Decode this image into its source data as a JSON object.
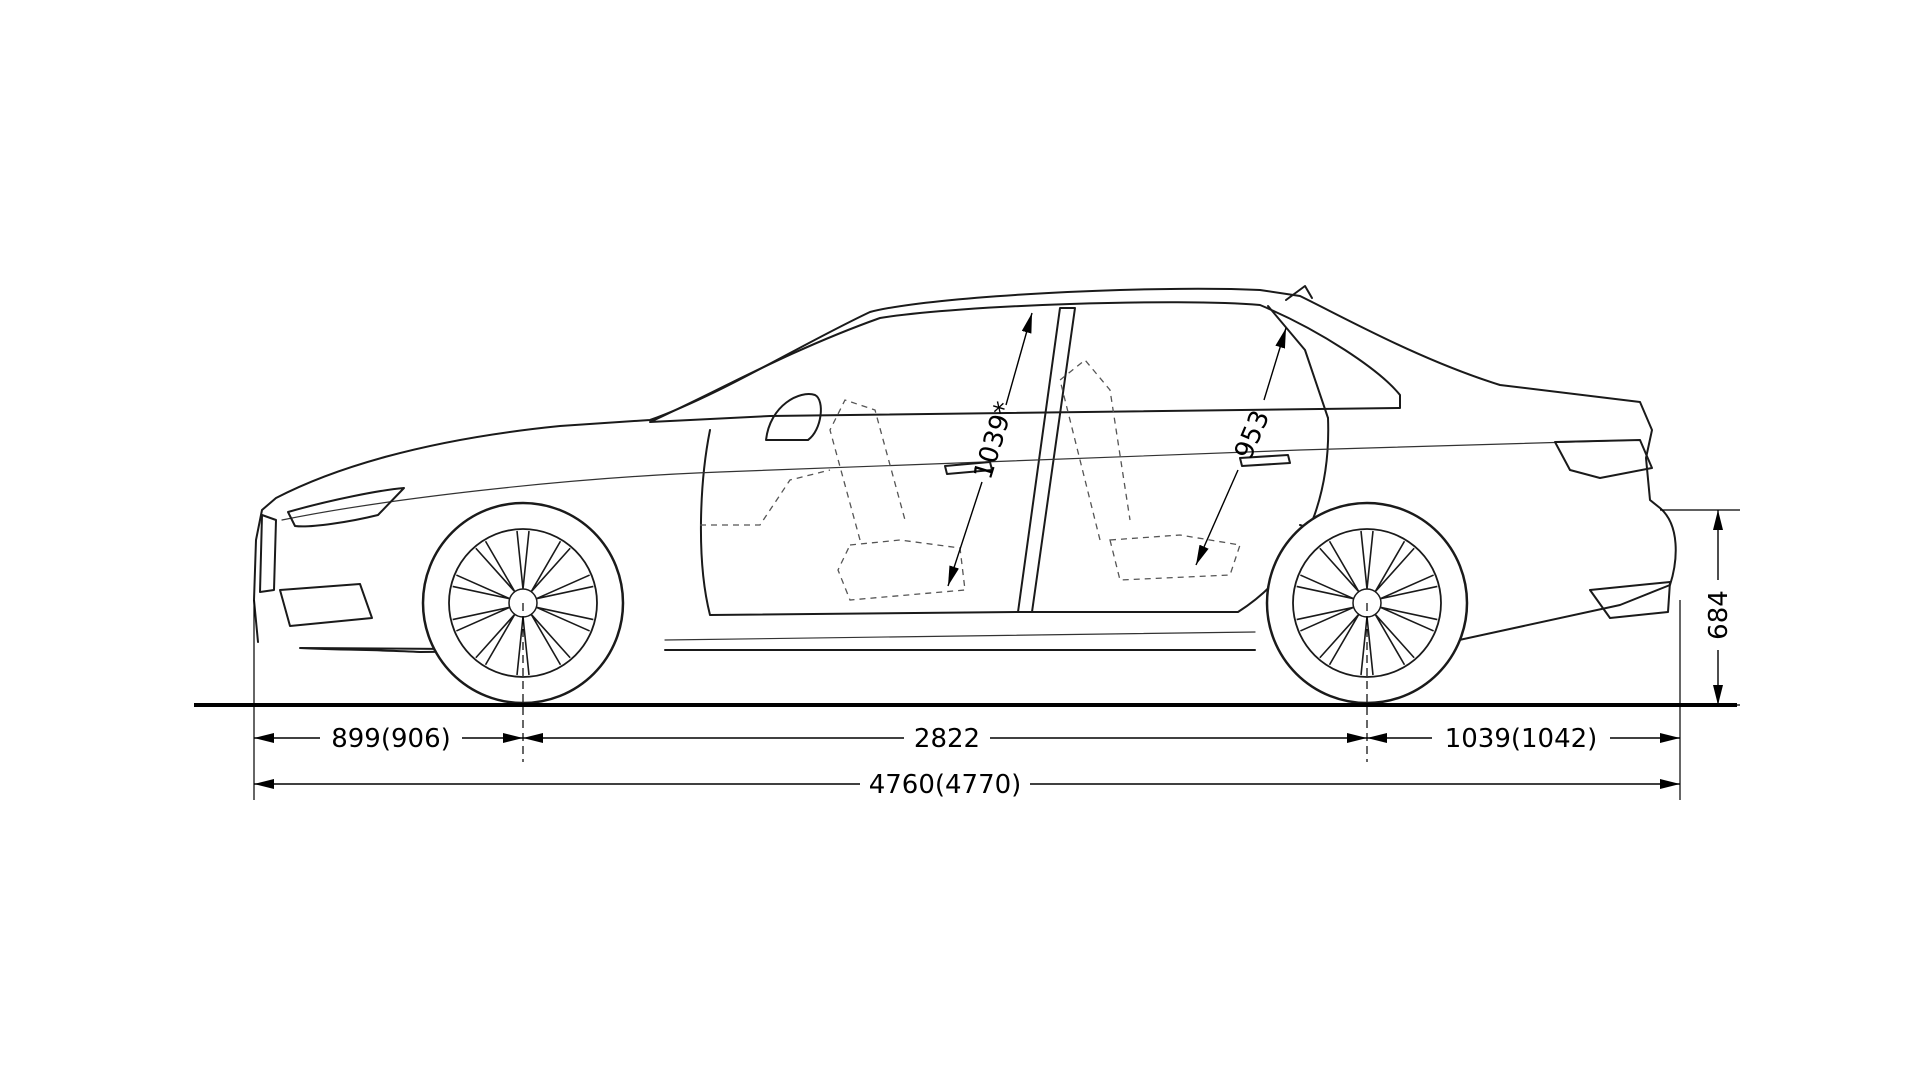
{
  "dimensions": {
    "front_overhang": "899(906)",
    "wheelbase": "2822",
    "rear_overhang": "1039(1042)",
    "overall_length": "4760(4770)",
    "loading_height": "684",
    "front_headroom": "1039*",
    "rear_headroom": "953"
  }
}
